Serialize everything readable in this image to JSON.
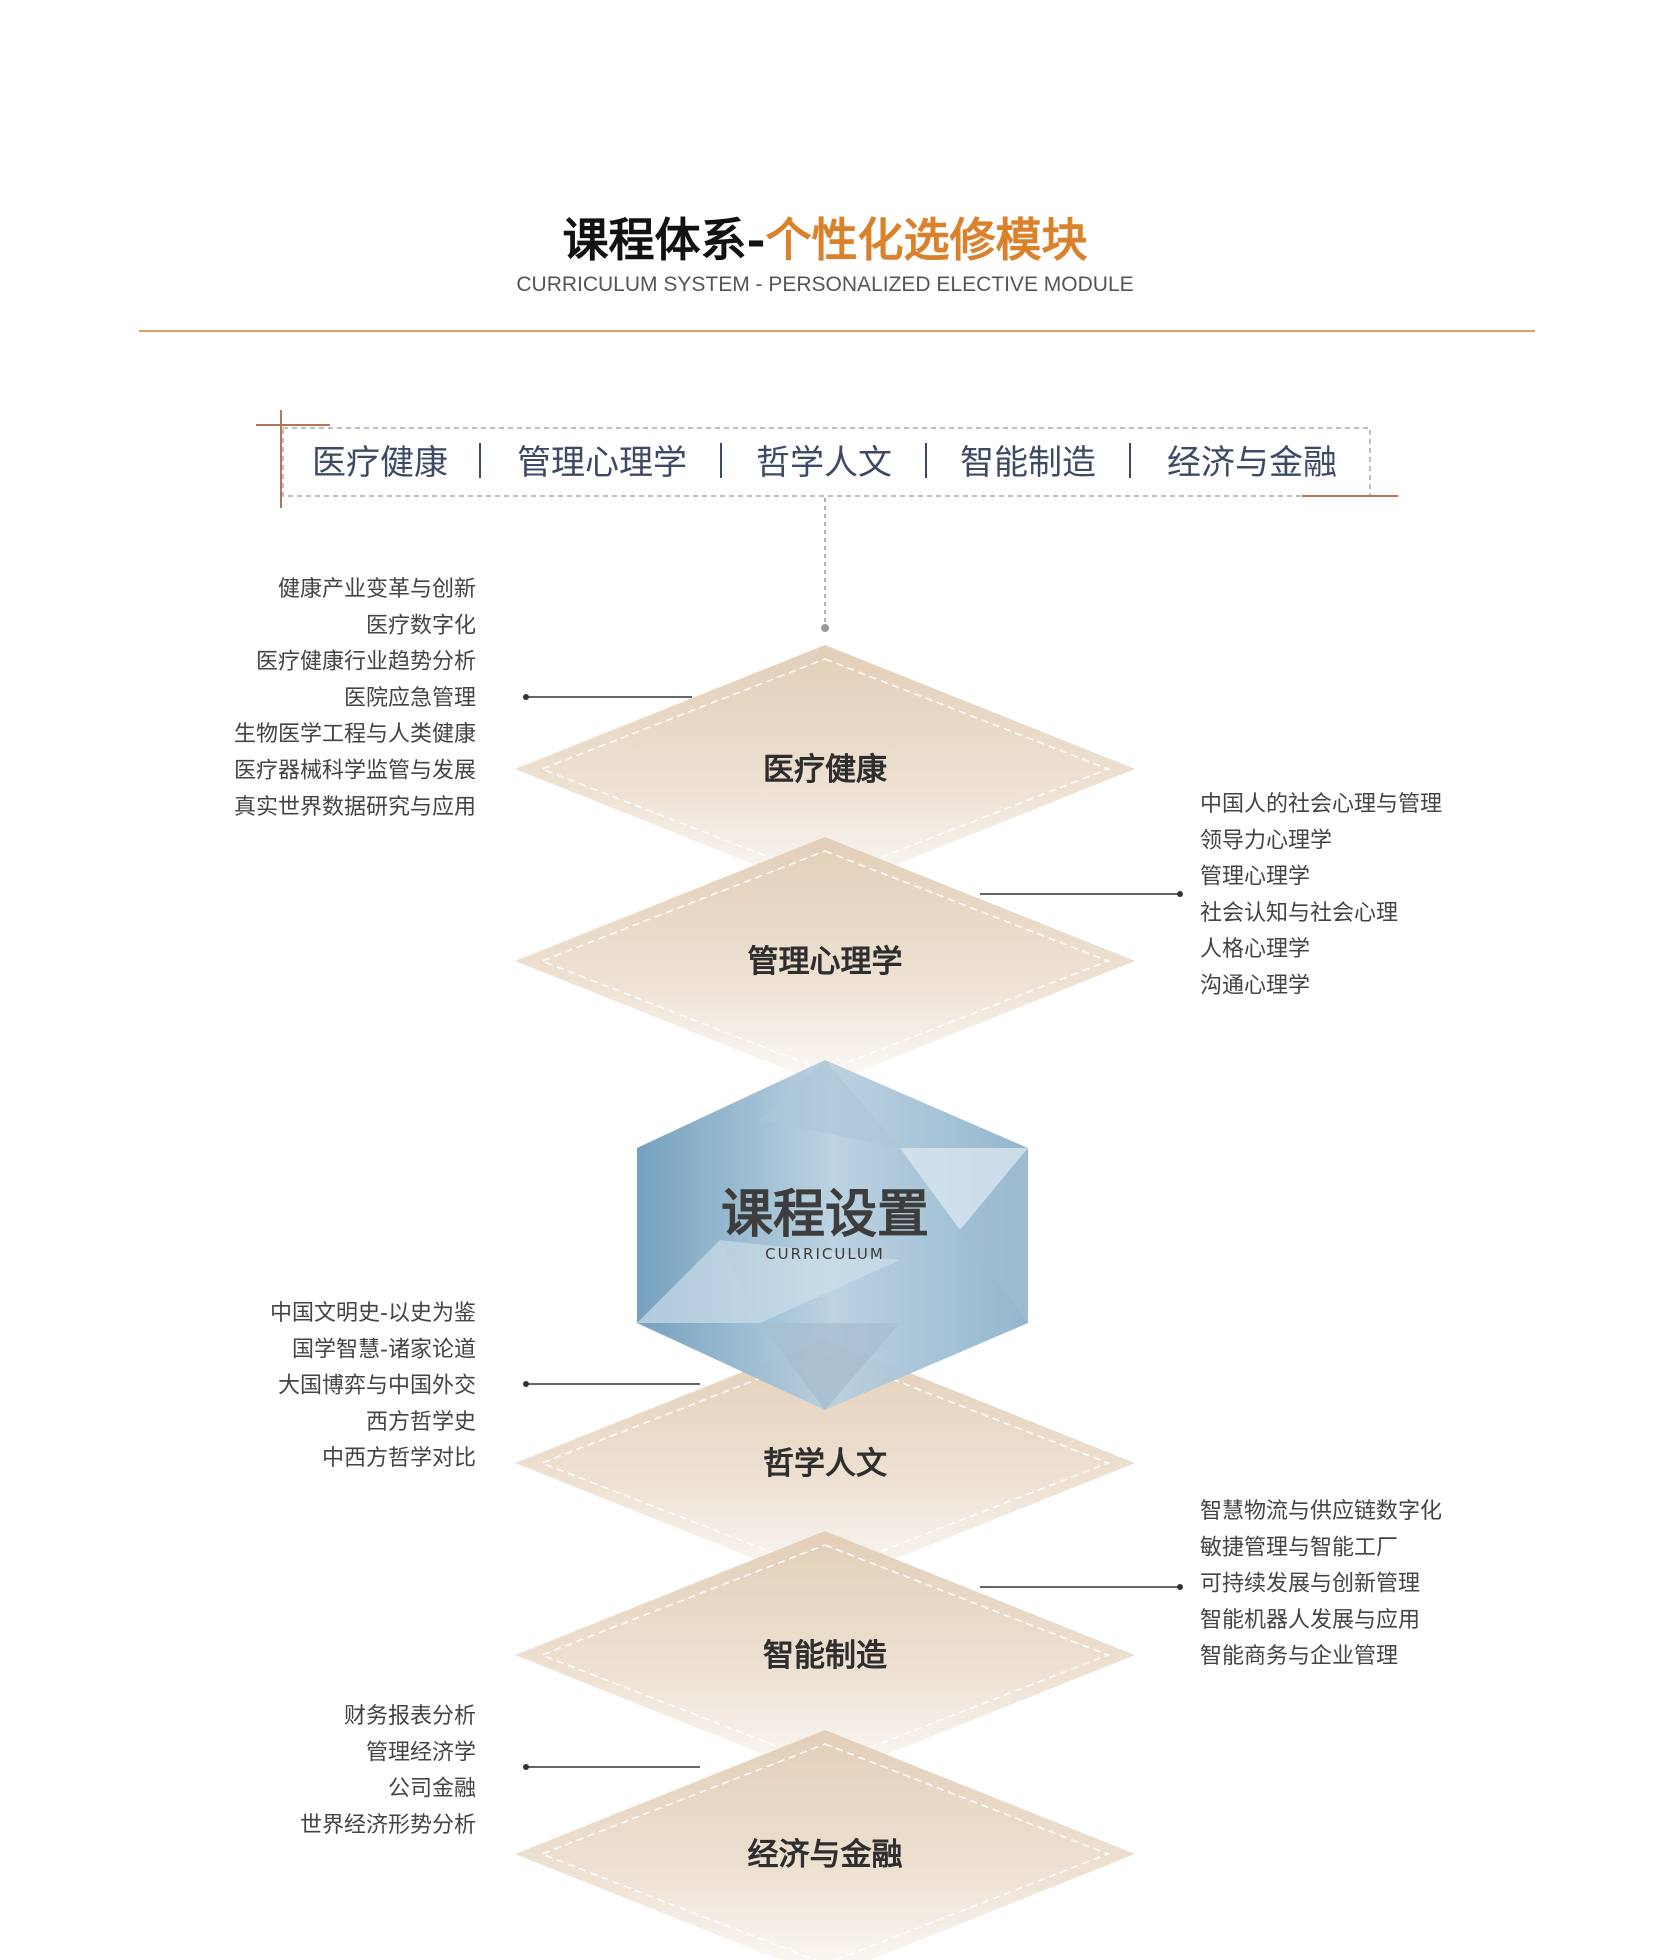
{
  "header": {
    "title_black": "课程体系-",
    "title_orange": "个性化选修模块",
    "subtitle": "CURRICULUM SYSTEM - PERSONALIZED ELECTIVE MODULE"
  },
  "tabs": [
    "医疗健康",
    "管理心理学",
    "哲学人文",
    "智能制造",
    "经济与金融"
  ],
  "center": {
    "title": "课程设置",
    "subtitle": "CURRICULUM"
  },
  "modules": [
    {
      "label": "医疗健康",
      "items": [
        "健康产业变革与创新",
        "医疗数字化",
        "医疗健康行业趋势分析",
        "医院应急管理",
        "生物医学工程与人类健康",
        "医疗器械科学监管与发展",
        "真实世界数据研究与应用"
      ]
    },
    {
      "label": "管理心理学",
      "items": [
        "中国人的社会心理与管理",
        "领导力心理学",
        "管理心理学",
        "社会认知与社会心理",
        "人格心理学",
        "沟通心理学"
      ]
    },
    {
      "label": "哲学人文",
      "items": [
        "中国文明史-以史为鉴",
        "国学智慧-诸家论道",
        "大国博弈与中国外交",
        "西方哲学史",
        "中西方哲学对比"
      ]
    },
    {
      "label": "智能制造",
      "items": [
        "智慧物流与供应链数字化",
        "敏捷管理与智能工厂",
        "可持续发展与创新管理",
        "智能机器人发展与应用",
        "智能商务与企业管理"
      ]
    },
    {
      "label": "经济与金融",
      "items": [
        "财务报表分析",
        "管理经济学",
        "公司金融",
        "世界经济形势分析"
      ]
    }
  ],
  "colors": {
    "accent": "#d9822b",
    "tab_text": "#3d4a66",
    "rule": "#d9a062",
    "diamond": "#e6d6c3",
    "hex": "#8fb3cc"
  }
}
